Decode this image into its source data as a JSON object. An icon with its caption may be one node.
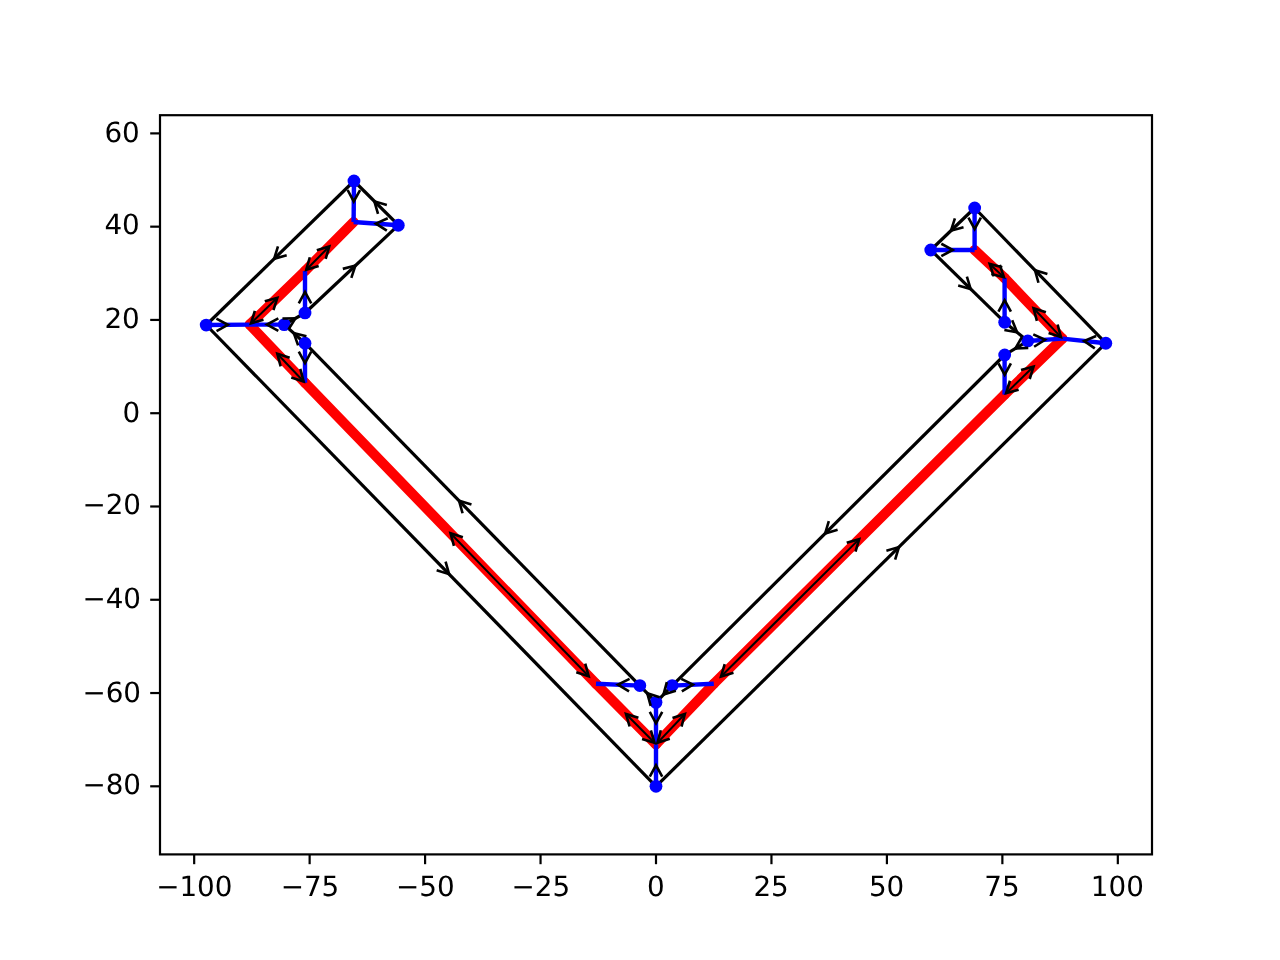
{
  "diagram": {
    "chart_data": {
      "type": "line",
      "xlim": [
        -107.4,
        107.4
      ],
      "ylim": [
        -94.6,
        63.9
      ],
      "xticks": [
        {
          "value": -100,
          "label": "−100"
        },
        {
          "value": -75,
          "label": "−75"
        },
        {
          "value": -50,
          "label": "−50"
        },
        {
          "value": -25,
          "label": "−25"
        },
        0,
        25,
        50,
        75,
        100
      ],
      "yticks": [
        {
          "value": -80,
          "label": "−80"
        },
        {
          "value": -60,
          "label": "−60"
        },
        {
          "value": -40,
          "label": "−40"
        },
        {
          "value": -20,
          "label": "−20"
        },
        0,
        20,
        40,
        60
      ],
      "series": [
        {
          "color": "#000000",
          "x": [
            0,
            97.4
          ],
          "values": [
            -80,
            15
          ]
        },
        {
          "color": "#000000",
          "x": [
            97.4,
            69
          ],
          "values": [
            15,
            44
          ]
        },
        {
          "color": "#000000",
          "x": [
            69,
            59.5
          ],
          "values": [
            44,
            35
          ]
        },
        {
          "color": "#000000",
          "x": [
            59.5,
            75.5
          ],
          "values": [
            35,
            19.5
          ]
        },
        {
          "color": "#000000",
          "x": [
            75.5,
            80.5
          ],
          "values": [
            19.5,
            15.5
          ]
        },
        {
          "color": "#000000",
          "x": [
            80.5,
            75.5
          ],
          "values": [
            15.5,
            12.5
          ]
        },
        {
          "color": "#000000",
          "x": [
            75.5,
            3.5
          ],
          "values": [
            12.5,
            -58.4
          ]
        },
        {
          "color": "#000000",
          "x": [
            3.5,
            0
          ],
          "values": [
            -58.4,
            -62
          ]
        },
        {
          "color": "#000000",
          "x": [
            0,
            -3.5
          ],
          "values": [
            -62,
            -58.4
          ]
        },
        {
          "color": "#000000",
          "x": [
            -3.5,
            -76
          ],
          "values": [
            -58.4,
            15
          ]
        },
        {
          "color": "#000000",
          "x": [
            -76,
            -80.5
          ],
          "values": [
            15,
            19
          ]
        },
        {
          "color": "#000000",
          "x": [
            -80.5,
            -76
          ],
          "values": [
            19,
            21.5
          ]
        },
        {
          "color": "#000000",
          "x": [
            -76,
            -55.8
          ],
          "values": [
            21.5,
            40.3
          ]
        },
        {
          "color": "#000000",
          "x": [
            -55.8,
            -65.4
          ],
          "values": [
            40.3,
            49.8
          ]
        },
        {
          "color": "#000000",
          "x": [
            -65.4,
            -97.4
          ],
          "values": [
            49.8,
            18.9
          ]
        },
        {
          "color": "#000000",
          "x": [
            -97.4,
            0
          ],
          "values": [
            18.9,
            -80
          ]
        },
        {
          "color": "#ff0000",
          "x": [
            -65.5,
            -76
          ],
          "values": [
            41,
            30.5
          ]
        },
        {
          "color": "#ff0000",
          "x": [
            -76,
            -88
          ],
          "values": [
            30.5,
            19
          ]
        },
        {
          "color": "#ff0000",
          "x": [
            -88,
            -76
          ],
          "values": [
            19,
            6.5
          ]
        },
        {
          "color": "#ff0000",
          "x": [
            -76,
            -13
          ],
          "values": [
            6.5,
            -58
          ]
        },
        {
          "color": "#ff0000",
          "x": [
            -13,
            0
          ],
          "values": [
            -58,
            -71
          ]
        },
        {
          "color": "#ff0000",
          "x": [
            0,
            12.5
          ],
          "values": [
            -71,
            -58
          ]
        },
        {
          "color": "#ff0000",
          "x": [
            12.5,
            75.5
          ],
          "values": [
            -58,
            4
          ]
        },
        {
          "color": "#ff0000",
          "x": [
            75.5,
            88
          ],
          "values": [
            4,
            16
          ]
        },
        {
          "color": "#ff0000",
          "x": [
            88,
            75.5
          ],
          "values": [
            16,
            29
          ]
        },
        {
          "color": "#ff0000",
          "x": [
            75.5,
            69
          ],
          "values": [
            29,
            35
          ]
        },
        {
          "color": "#0000ff",
          "x": [
            -65.4,
            -65.5
          ],
          "values": [
            49.8,
            41
          ]
        },
        {
          "color": "#0000ff",
          "x": [
            -55.8,
            -65.5
          ],
          "values": [
            40.3,
            41
          ]
        },
        {
          "color": "#0000ff",
          "x": [
            -76,
            -76
          ],
          "values": [
            21.5,
            30.5
          ]
        },
        {
          "color": "#0000ff",
          "x": [
            -97.4,
            -88
          ],
          "values": [
            18.9,
            19
          ]
        },
        {
          "color": "#0000ff",
          "x": [
            -80.5,
            -88
          ],
          "values": [
            19,
            19
          ]
        },
        {
          "color": "#0000ff",
          "x": [
            -76,
            -76
          ],
          "values": [
            15,
            6.5
          ]
        },
        {
          "color": "#0000ff",
          "x": [
            -3.5,
            -13
          ],
          "values": [
            -58.4,
            -58
          ]
        },
        {
          "color": "#0000ff",
          "x": [
            0,
            0
          ],
          "values": [
            -62,
            -71
          ]
        },
        {
          "color": "#0000ff",
          "x": [
            0,
            0
          ],
          "values": [
            -80,
            -71
          ]
        },
        {
          "color": "#0000ff",
          "x": [
            3.5,
            12.5
          ],
          "values": [
            -58.4,
            -58
          ]
        },
        {
          "color": "#0000ff",
          "x": [
            75.5,
            75.5
          ],
          "values": [
            12.5,
            4
          ]
        },
        {
          "color": "#0000ff",
          "x": [
            80.5,
            88
          ],
          "values": [
            15.5,
            16
          ]
        },
        {
          "color": "#0000ff",
          "x": [
            97.4,
            88
          ],
          "values": [
            15,
            16
          ]
        },
        {
          "color": "#0000ff",
          "x": [
            75.5,
            75.5
          ],
          "values": [
            19.5,
            29
          ]
        },
        {
          "color": "#0000ff",
          "x": [
            59.5,
            69
          ],
          "values": [
            35,
            35
          ]
        },
        {
          "color": "#0000ff",
          "x": [
            69,
            69
          ],
          "values": [
            44,
            35
          ]
        }
      ]
    }
  }
}
